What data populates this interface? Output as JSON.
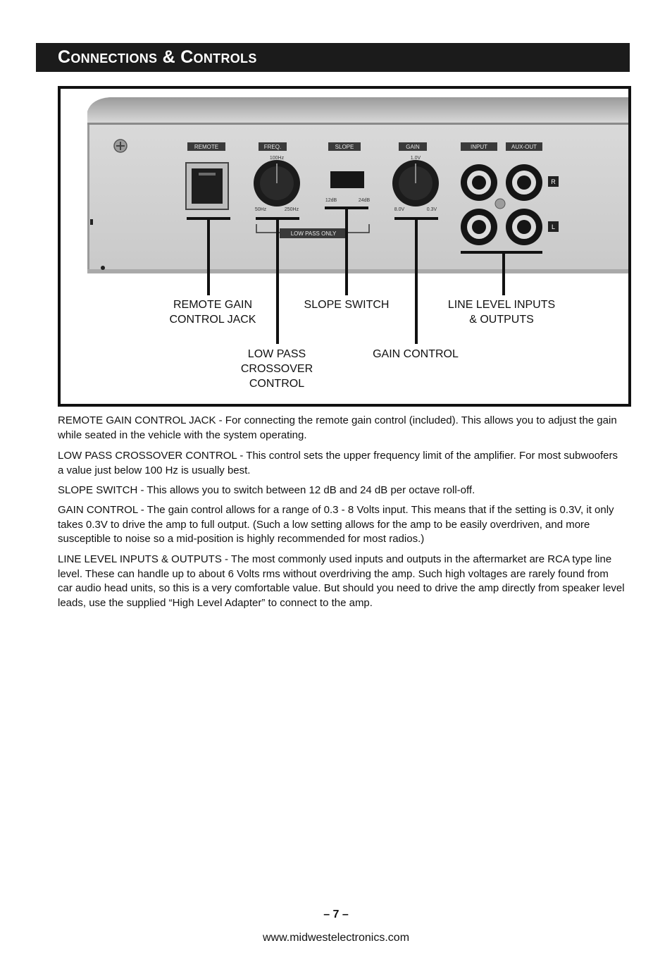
{
  "header": {
    "title": "Connections & Controls"
  },
  "panel": {
    "labels": {
      "remote": "REMOTE",
      "freq": "FREQ.",
      "slope": "SLOPE",
      "gain": "GAIN",
      "input": "INPUT",
      "aux_out": "AUX-OUT",
      "freq_top": "100Hz",
      "freq_min": "50Hz",
      "freq_max": "250Hz",
      "slope_min": "12dB",
      "slope_max": "24dB",
      "gain_top": "1.0V",
      "gain_min": "8.0V",
      "gain_max": "0.3V",
      "low_pass_only": "LOW PASS ONLY",
      "right": "R",
      "left": "L"
    }
  },
  "callouts": {
    "remote_gain_jack": [
      "REMOTE GAIN",
      "CONTROL JACK"
    ],
    "slope_switch": [
      "SLOPE SWITCH"
    ],
    "line_level": [
      "LINE LEVEL INPUTS",
      "& OUTPUTS"
    ],
    "low_pass": [
      "LOW PASS",
      "CROSSOVER",
      "CONTROL"
    ],
    "gain_control": [
      "GAIN CONTROL"
    ]
  },
  "descriptions": [
    {
      "term": "REMOTE GAIN CONTROL JACK",
      "text": " - For connecting the remote gain control (included).  This allows you to adjust the gain while seated in the vehicle with the system operating."
    },
    {
      "term": "LOW PASS CROSSOVER CONTROL",
      "text": " - This control sets the upper frequency limit of the amplifier.  For most subwoofers a value just below 100 Hz is usually best."
    },
    {
      "term": "SLOPE SWITCH",
      "text": " - This allows you to switch between 12 dB and 24 dB per octave roll-off."
    },
    {
      "term": "GAIN CONTROL",
      "text": " - The gain control allows for a range of 0.3 - 8 Volts input.  This means that if the setting is 0.3V, it only takes 0.3V to drive the amp to full output.  (Such a low setting allows for the amp to be easily overdriven, and more susceptible to noise so a mid-position  is highly recommended for most radios.)"
    },
    {
      "term": "LINE LEVEL INPUTS & OUTPUTS",
      "text": " - The most commonly used inputs and outputs in the aftermarket are RCA type line level.  These can handle up to about 6 Volts rms without overdriving the amp.  Such high voltages are rarely found from car audio head units, so this is a very comfortable value.  But should you need to drive the amp directly from speaker level leads, use the supplied “High Level Adapter” to connect to the amp."
    }
  ],
  "footer": {
    "page_number": "– 7 –",
    "website": "www.midwestelectronics.com"
  }
}
